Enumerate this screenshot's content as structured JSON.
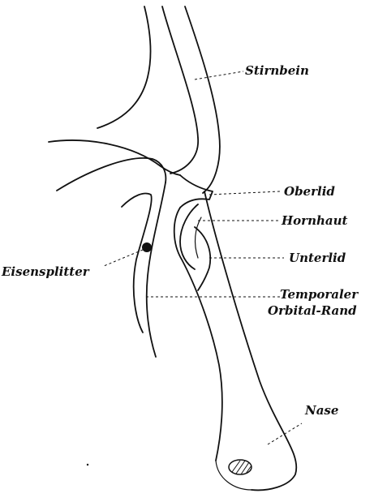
{
  "labels": {
    "stirnbein": "Stirnbein",
    "oberlid": "Oberlid",
    "hornhaut": "Hornhaut",
    "unterlid": "Unterlid",
    "temporaler_line1": "Temporaler",
    "temporaler_line2": "Orbital-Rand",
    "eisensplitter": "Eisensplitter",
    "nase": "Nase"
  },
  "colors": {
    "ink": "#111111",
    "background": "#ffffff"
  }
}
